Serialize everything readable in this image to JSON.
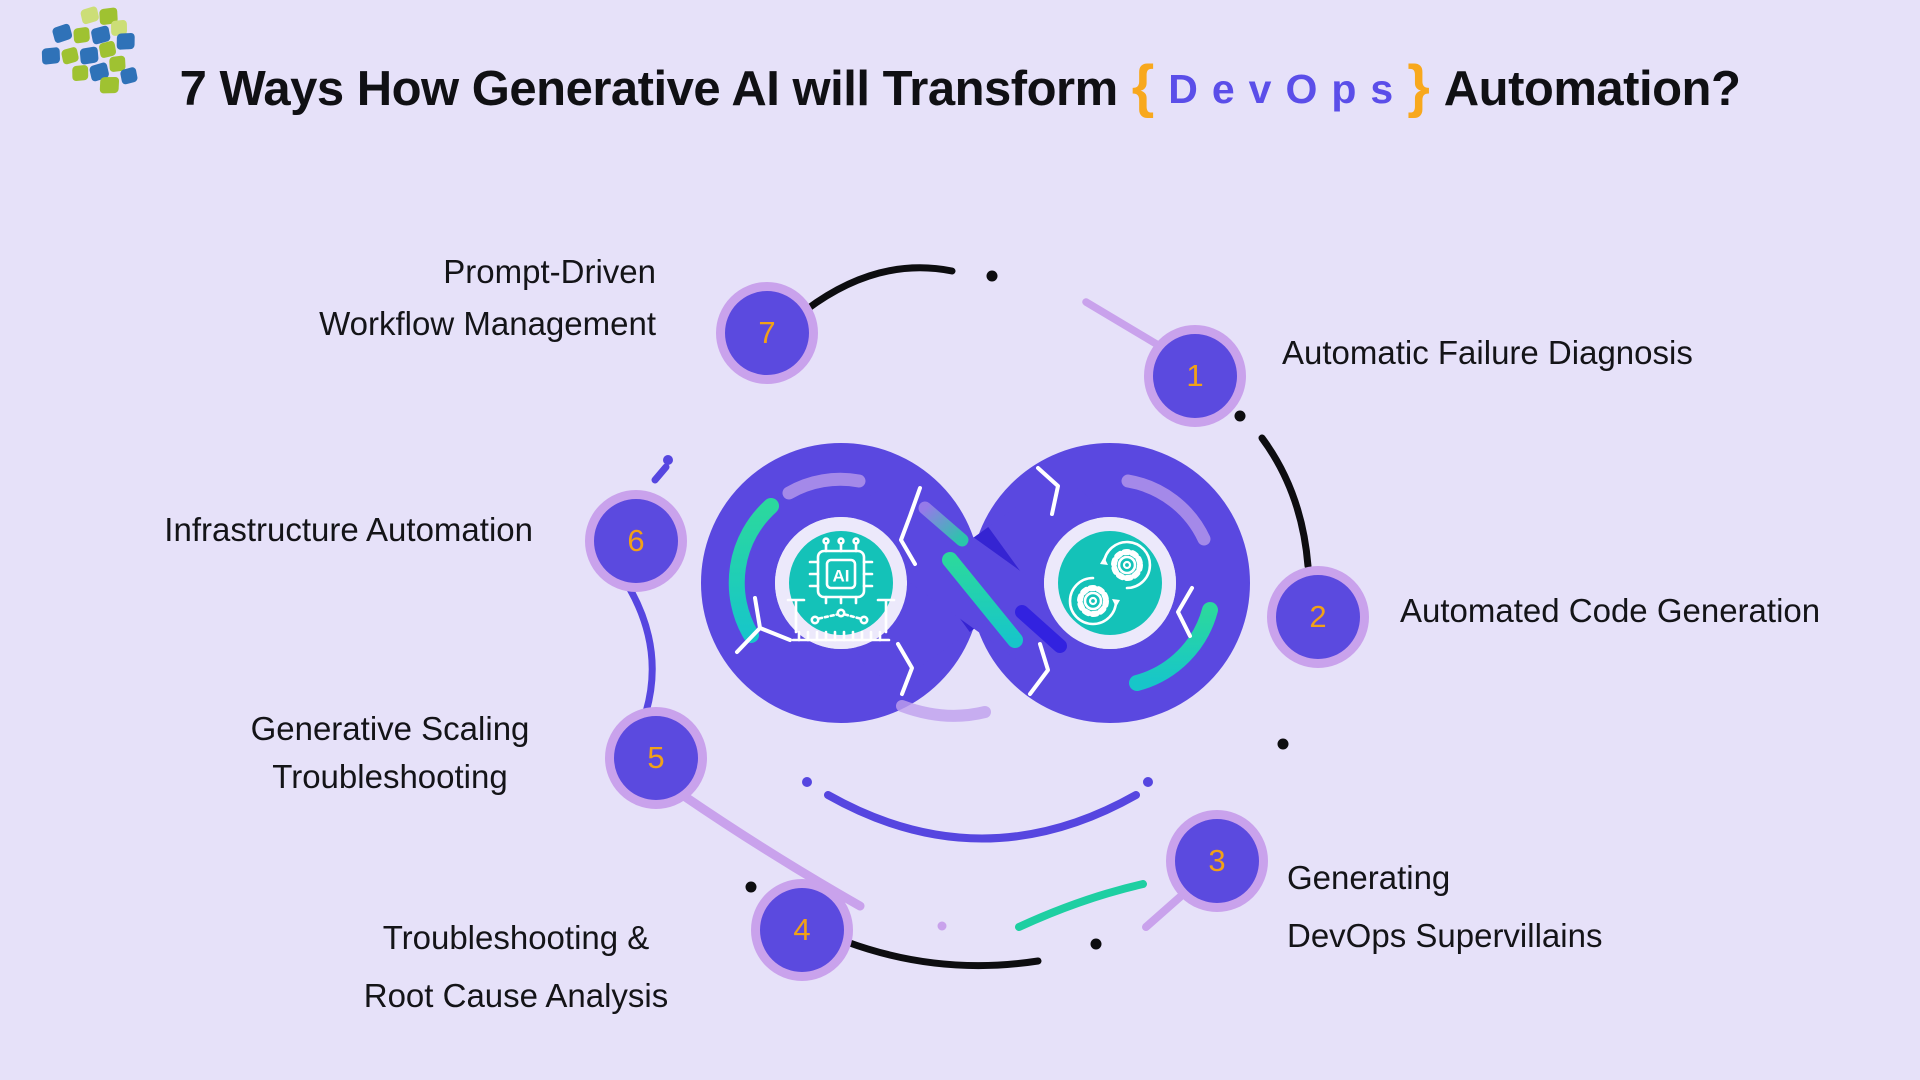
{
  "title": {
    "prefix": "7 Ways How Generative AI will Transform",
    "brace_open": "{",
    "highlight": "DevOps",
    "brace_close": "}",
    "suffix": "Automation?"
  },
  "center": {
    "ai_label": "AI"
  },
  "steps": [
    {
      "number": "1",
      "lines": [
        "Automatic Failure Diagnosis"
      ]
    },
    {
      "number": "2",
      "lines": [
        "Automated Code Generation"
      ]
    },
    {
      "number": "3",
      "lines": [
        "Generating",
        "DevOps Supervillains"
      ]
    },
    {
      "number": "4",
      "lines": [
        "Troubleshooting &",
        "Root Cause Analysis"
      ]
    },
    {
      "number": "5",
      "lines": [
        "Generative Scaling",
        "Troubleshooting"
      ]
    },
    {
      "number": "6",
      "lines": [
        "Infrastructure Automation"
      ]
    },
    {
      "number": "7",
      "lines": [
        "Prompt-Driven",
        "Workflow Management"
      ]
    }
  ],
  "icons": [
    "ai-chip-icon",
    "gears-sync-icon",
    "pixel-cluster-logo"
  ],
  "colors": {
    "background": "#E6E1F9",
    "loop_purple": "#5A48E0",
    "loop_dark": "#3524D2",
    "teal": "#14C2B8",
    "teal_accent": "#24D4A4",
    "indigo_accent": "#5646E0",
    "lavender_accent": "#C9A2EC",
    "node_fill": "#5B4ADF",
    "node_ring": "#C9A2EC",
    "number_orange": "#F1A117",
    "brace_orange": "#F8A81D",
    "highlight_purple": "#5B4EE9",
    "text_black": "#141418"
  }
}
